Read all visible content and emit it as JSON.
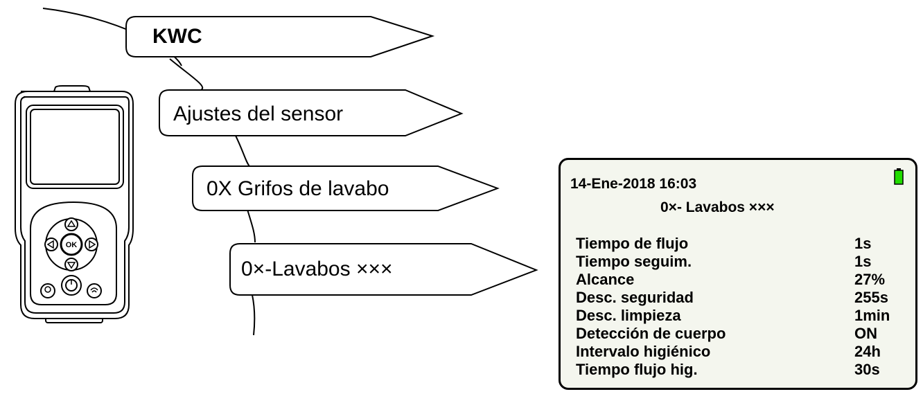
{
  "menu_path": {
    "level1": "KWC",
    "level2": "Ajustes del sensor",
    "level3": "0X Grifos de lavabo",
    "level4": "0×-Lavabos ×××"
  },
  "device": {
    "ok_button_label": "OK"
  },
  "screen": {
    "datetime": "14-Ene-2018 16:03",
    "title": "0×- Lavabos ×××",
    "battery_color": "#22dd00",
    "params": [
      {
        "name": "Tiempo de flujo",
        "value": "1s"
      },
      {
        "name": "Tiempo seguim.",
        "value": "1s"
      },
      {
        "name": "Alcance",
        "value": "27%"
      },
      {
        "name": "Desc. seguridad",
        "value": "255s"
      },
      {
        "name": "Desc. limpieza",
        "value": "1min"
      },
      {
        "name": "Detección de cuerpo",
        "value": "ON"
      },
      {
        "name": "Intervalo higiénico",
        "value": "24h"
      },
      {
        "name": "Tiempo flujo hig.",
        "value": "30s"
      }
    ]
  }
}
